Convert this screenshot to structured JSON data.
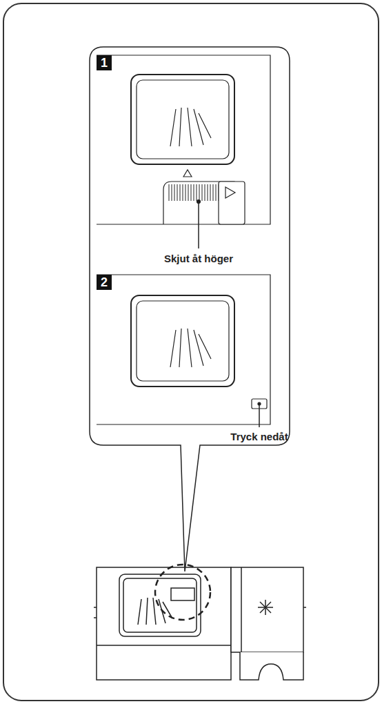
{
  "diagram": {
    "labels": [
      "1",
      "Skjut åt höger",
      "2",
      "Tryck nedåt"
    ]
  }
}
